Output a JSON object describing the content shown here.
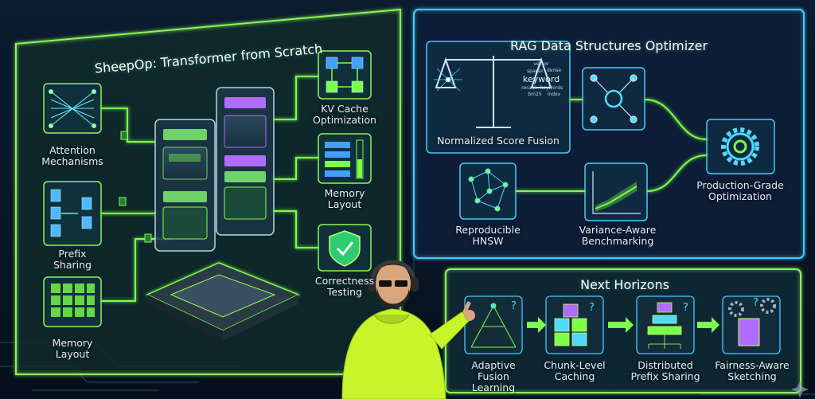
{
  "left_panel": {
    "title": "SheepOp: Transformer from Scratch",
    "items": {
      "attention": "Attention\nMechanisms",
      "prefix": "Prefix\nSharing",
      "memory_left": "Memory\nLayout",
      "kv_cache": "KV Cache\nOptimization",
      "memory_right": "Memory\nLayout",
      "correctness": "Correctness\nTesting"
    }
  },
  "right_panel": {
    "title": "RAG Data Structures Optimizer",
    "items": {
      "score_fusion": "Normalized Score Fusion",
      "hnsw": "Reproducible\nHNSW",
      "benchmarking": "Variance-Aware\nBenchmarking",
      "production": "Production-Grade\nOptimization"
    },
    "word_cloud": [
      "keyword",
      "keywords",
      "vector",
      "dense",
      "sparse",
      "rerank",
      "bm25",
      "index"
    ]
  },
  "next_panel": {
    "title": "Next Horizons",
    "items": {
      "adaptive": "Adaptive Fusion\nLearning",
      "chunk": "Chunk-Level\nCaching",
      "distributed": "Distributed\nPrefix Sharing",
      "fairness": "Fairness-Aware\nSketching"
    }
  },
  "colors": {
    "background": "#081423",
    "green_accent": "#7dff4a",
    "cyan_accent": "#4fd9ff",
    "panel_border_left": "#8cf55a",
    "panel_border_right": "#46c9ff",
    "hoodie": "#c8f52a"
  },
  "icons": [
    "network-icon",
    "document-stack-icon",
    "grid-icon",
    "kv-cubes-icon",
    "memory-bars-icon",
    "shield-check-icon",
    "scale-icon",
    "search-node-icon",
    "graph-icon",
    "line-chart-icon",
    "gear-icon",
    "question-icon"
  ]
}
